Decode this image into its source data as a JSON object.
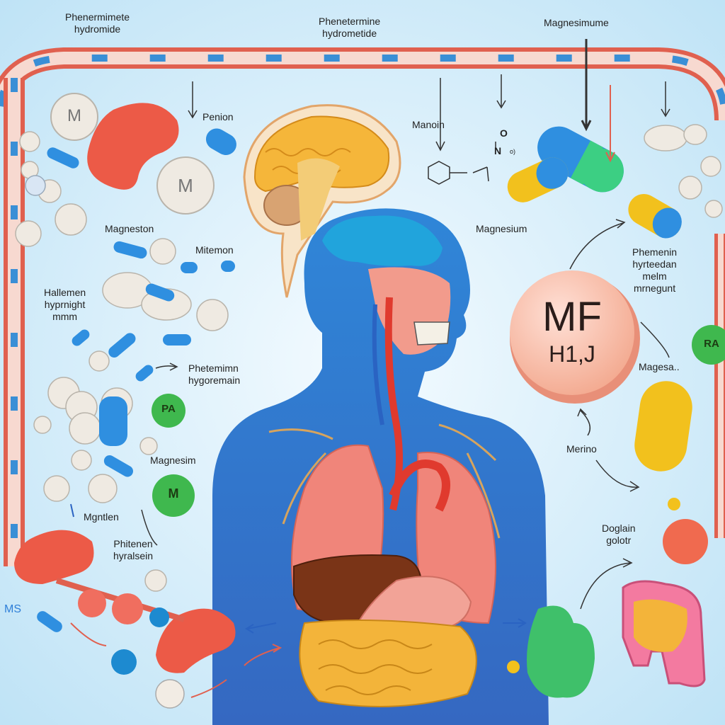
{
  "labels": {
    "top_left": [
      "Phenermimete",
      "hydromide"
    ],
    "top_center": [
      "Phenetermine",
      "hydrometide"
    ],
    "top_right": "Magnesimume",
    "penion": "Penion",
    "manoin": "Manoin",
    "chem_o": "O",
    "chem_n": "N",
    "chem_sup": "o)",
    "magneston": "Magneston",
    "mitemon": "Mitemon",
    "magnesium_mid": "Magnesium",
    "hallemen": [
      "Hallemen",
      "hyprnight",
      "mmm"
    ],
    "phenterminn": [
      "Phetemimn",
      "hygoremain"
    ],
    "magnesim": "Magnesim",
    "mgntlen": "Mgntlen",
    "phiteplen": [
      "Phitenen",
      "hyralsein"
    ],
    "ms": "MS",
    "right_stack": [
      "Phemenin",
      "hyrteedan",
      "melm",
      "mrnegunt"
    ],
    "magesal": "Magesa..",
    "merino": "Merino",
    "doglain": [
      "Doglain",
      "golotr"
    ]
  },
  "pills": {
    "m_tablet": "M",
    "m_tablet_small": "M",
    "big_line1": "MF",
    "big_line2": "H1,J",
    "pa_badge": "PA",
    "m_badge": "M",
    "ra_badge": "RA"
  },
  "colors": {
    "background": "#dff1fb",
    "vessel": "#e0604f",
    "kidney": "#ec5a47",
    "body": "#3f7fd1",
    "capsule_blue": "#2f8fe0",
    "capsule_yellow": "#f2c11d",
    "capsule_green": "#3ccf83",
    "badge_green": "#3fb84e",
    "big_pill": "#f6b5a3",
    "liver": "#7a3417",
    "lung": "#f0857a"
  }
}
